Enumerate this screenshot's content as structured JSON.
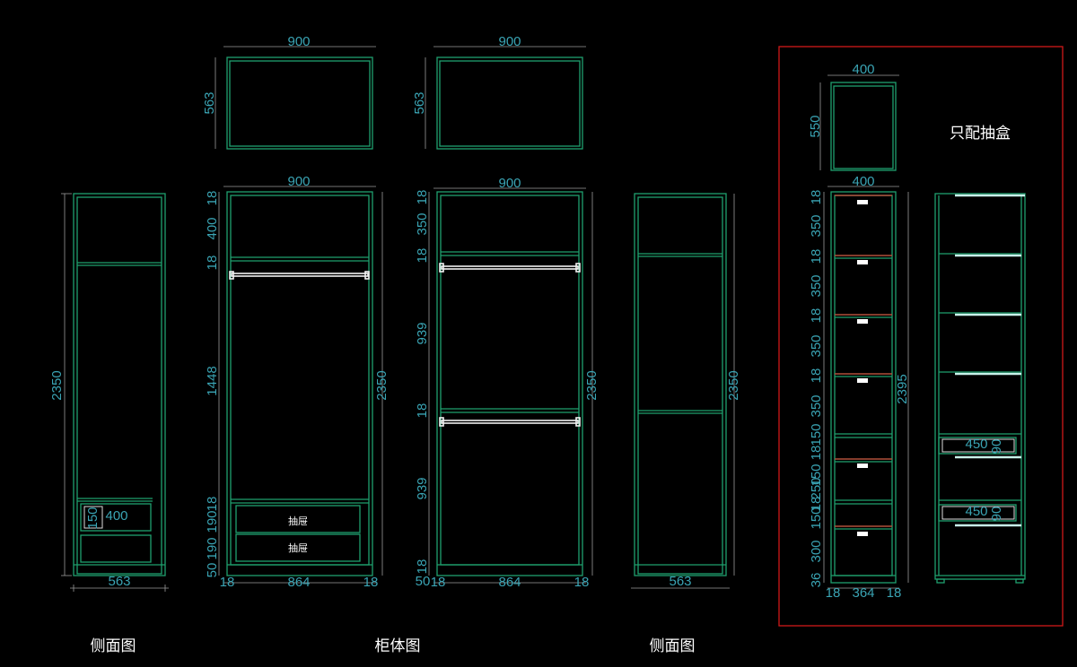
{
  "colors": {
    "background": "#000000",
    "carcass": "#1fa06e",
    "dimension_text": "#3aa4b4",
    "frame": "#d01818"
  },
  "views": {
    "side_left": {
      "caption": "侧面图",
      "height": "2350",
      "width": "563",
      "drawer_width": "400",
      "drawer_height": "150"
    },
    "front_1": {
      "top_width": "900",
      "top_depth": "563",
      "width": "900",
      "height": "2350",
      "segments": [
        "18",
        "400",
        "18",
        "1448",
        "18",
        "190",
        "190",
        "50"
      ],
      "bottom": [
        "18",
        "864",
        "18"
      ],
      "drawer_label_1": "抽屉",
      "drawer_label_2": "抽屉"
    },
    "front_2": {
      "top_width": "900",
      "top_depth": "563",
      "width": "900",
      "height": "2350",
      "segments": [
        "18",
        "350",
        "18",
        "939",
        "18",
        "939",
        "18",
        "50"
      ],
      "bottom": [
        "18",
        "864",
        "18"
      ]
    },
    "center_caption": "柜体图",
    "side_right": {
      "caption": "侧面图",
      "height": "2350",
      "width": "563"
    },
    "drawer_unit": {
      "title": "只配抽盒",
      "top_width": "400",
      "top_depth": "550",
      "width": "400",
      "height": "2395",
      "segments": [
        "18",
        "350",
        "18",
        "350",
        "18",
        "350",
        "18",
        "350",
        "150",
        "18",
        "150",
        "250",
        "18",
        "150",
        "300",
        "36"
      ],
      "bottom": [
        "18",
        "364",
        "18"
      ],
      "drawer_w_1": "450",
      "drawer_h_1": "90",
      "drawer_w_2": "450",
      "drawer_h_2": "90"
    }
  }
}
